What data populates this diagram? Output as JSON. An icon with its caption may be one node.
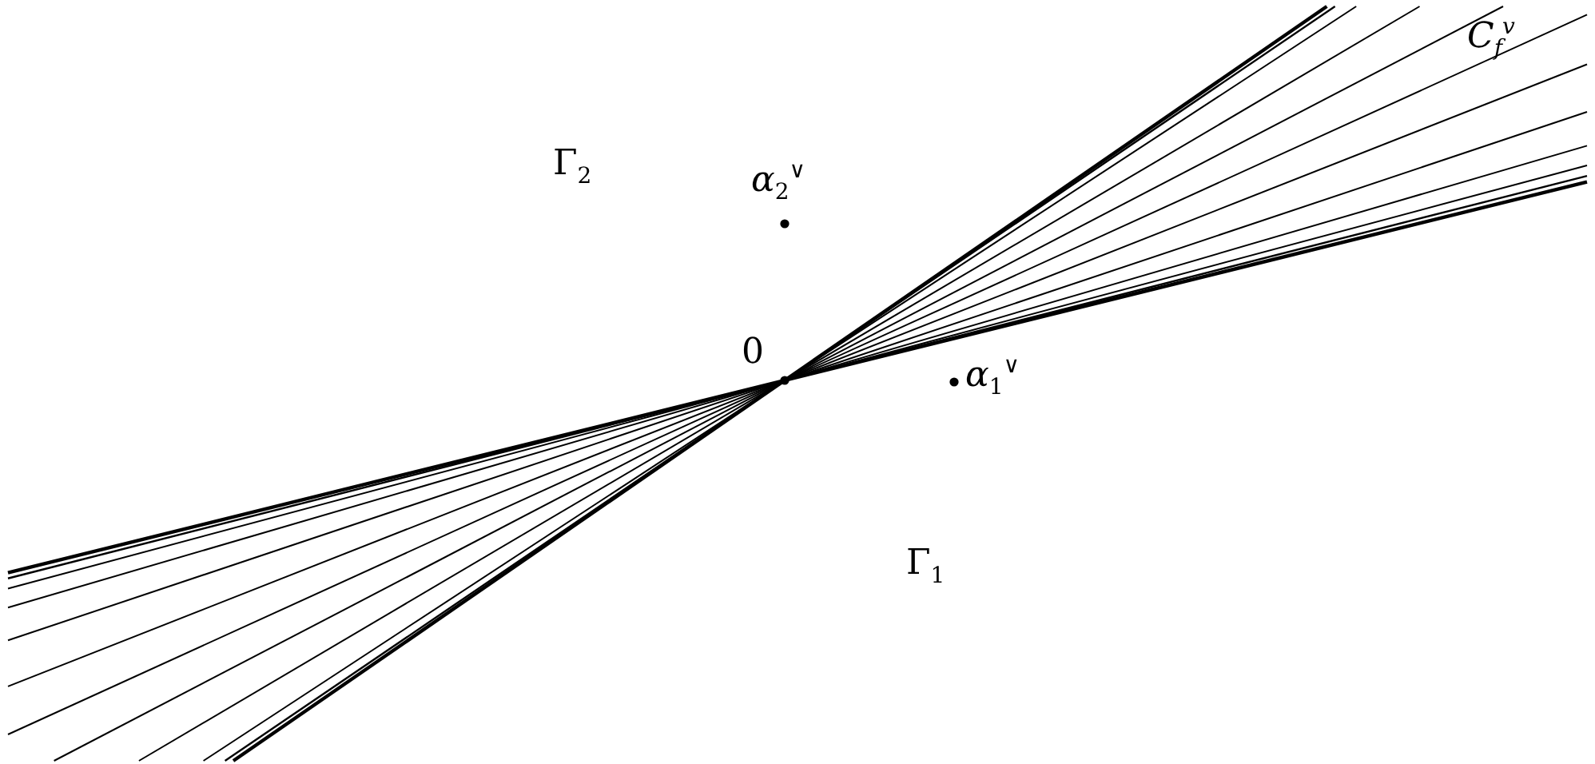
{
  "diagram": {
    "labels": [
      "*C*$_{f}$$^{v}$",
      "Γ$_{2}$",
      "*α*$_{2}$$^{∨}$",
      "0",
      "*α*$_{1}$$^{∨}$",
      "Γ$_{1}$"
    ]
  }
}
